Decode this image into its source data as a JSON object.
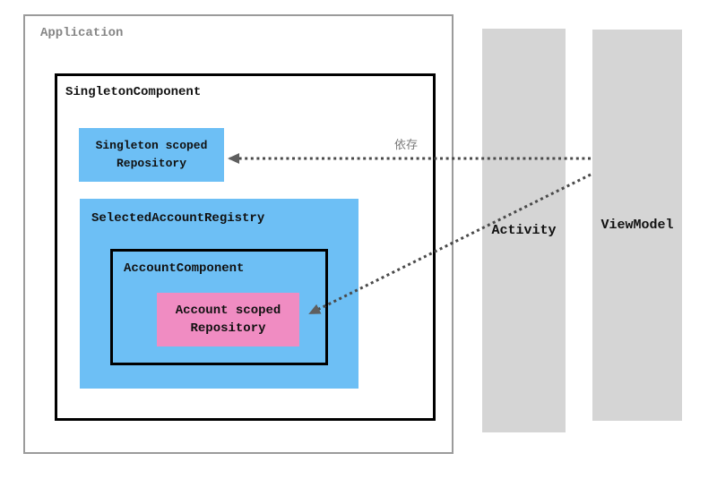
{
  "diagram": {
    "application_label": "Application",
    "singleton_component_label": "SingletonComponent",
    "singleton_repository_label": "Singleton scoped\nRepository",
    "selected_account_registry_label": "SelectedAccountRegistry",
    "account_component_label": "AccountComponent",
    "account_repository_label": "Account scoped\nRepository",
    "activity_label": "Activity",
    "viewmodel_label": "ViewModel",
    "dependency_label": "依存",
    "arrows": [
      {
        "from": "ViewModel",
        "to": "Singleton scoped Repository",
        "style": "dotted",
        "label": "依存"
      },
      {
        "from": "ViewModel",
        "to": "Account scoped Repository",
        "style": "dotted",
        "label": ""
      }
    ],
    "colors": {
      "component_fill": "#6DBFF5",
      "account_repository_fill": "#F08CC2",
      "lifecycle_bar_fill": "#D5D5D5",
      "outer_border": "#9B9B9B",
      "inner_border": "#000000",
      "arrow_dots": "#4A4A4A",
      "arrow_head": "#5F5F5F",
      "muted_text": "#868686"
    }
  }
}
